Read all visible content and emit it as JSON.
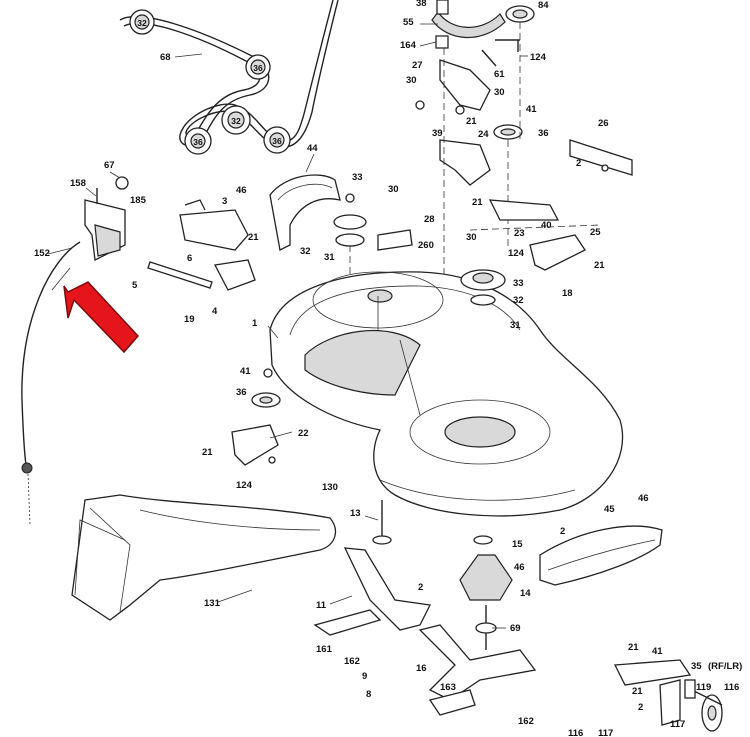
{
  "colors": {
    "line": "#222222",
    "arrow": "#e4161b",
    "background": "#ffffff"
  },
  "labels": {
    "p32a": "32",
    "p68": "68",
    "p36a": "36",
    "p32b": "32",
    "p36b": "36",
    "p36c": "36",
    "p38": "38",
    "p84": "84",
    "p55": "55",
    "p164": "164",
    "p124a": "124",
    "p27": "27",
    "p61": "61",
    "p30a": "30",
    "p30b": "30",
    "p41a": "41",
    "p39": "39",
    "p21a": "21",
    "p24": "24",
    "p36d": "36",
    "p26": "26",
    "p2a": "2",
    "p67": "67",
    "p158": "158",
    "p185": "185",
    "p152": "152",
    "p44": "44",
    "p46a": "46",
    "p3": "3",
    "p33a": "33",
    "p30c": "30",
    "p28": "28",
    "p21b": "21",
    "p32c": "32",
    "p31a": "31",
    "p260": "260",
    "p21c": "21",
    "p23": "23",
    "p40": "40",
    "p25": "25",
    "p30d": "30",
    "p124b": "124",
    "p21d": "21",
    "p18": "18",
    "p6": "6",
    "p5": "5",
    "p4": "4",
    "p19": "19",
    "p33b": "33",
    "p32d": "32",
    "p31b": "31",
    "p1": "1",
    "p41b": "41",
    "p36e": "36",
    "p22": "22",
    "p21e": "21",
    "p124c": "124",
    "p130": "130",
    "p13": "13",
    "p15": "15",
    "p2b": "2",
    "p45": "45",
    "p46b": "46",
    "p46c": "46",
    "p14": "14",
    "p2c": "2",
    "p131": "131",
    "p11": "11",
    "p69": "69",
    "p161": "161",
    "p162a": "162",
    "p9": "9",
    "p8": "8",
    "p16": "16",
    "p163": "163",
    "p162b": "162",
    "p116a": "116",
    "p117a": "117",
    "p21f": "21",
    "p41c": "41",
    "p35": "35",
    "p_rflr": "(RF/LR)",
    "p21g": "21",
    "p119": "119",
    "p116b": "116",
    "p2d": "2",
    "p117b": "117"
  }
}
